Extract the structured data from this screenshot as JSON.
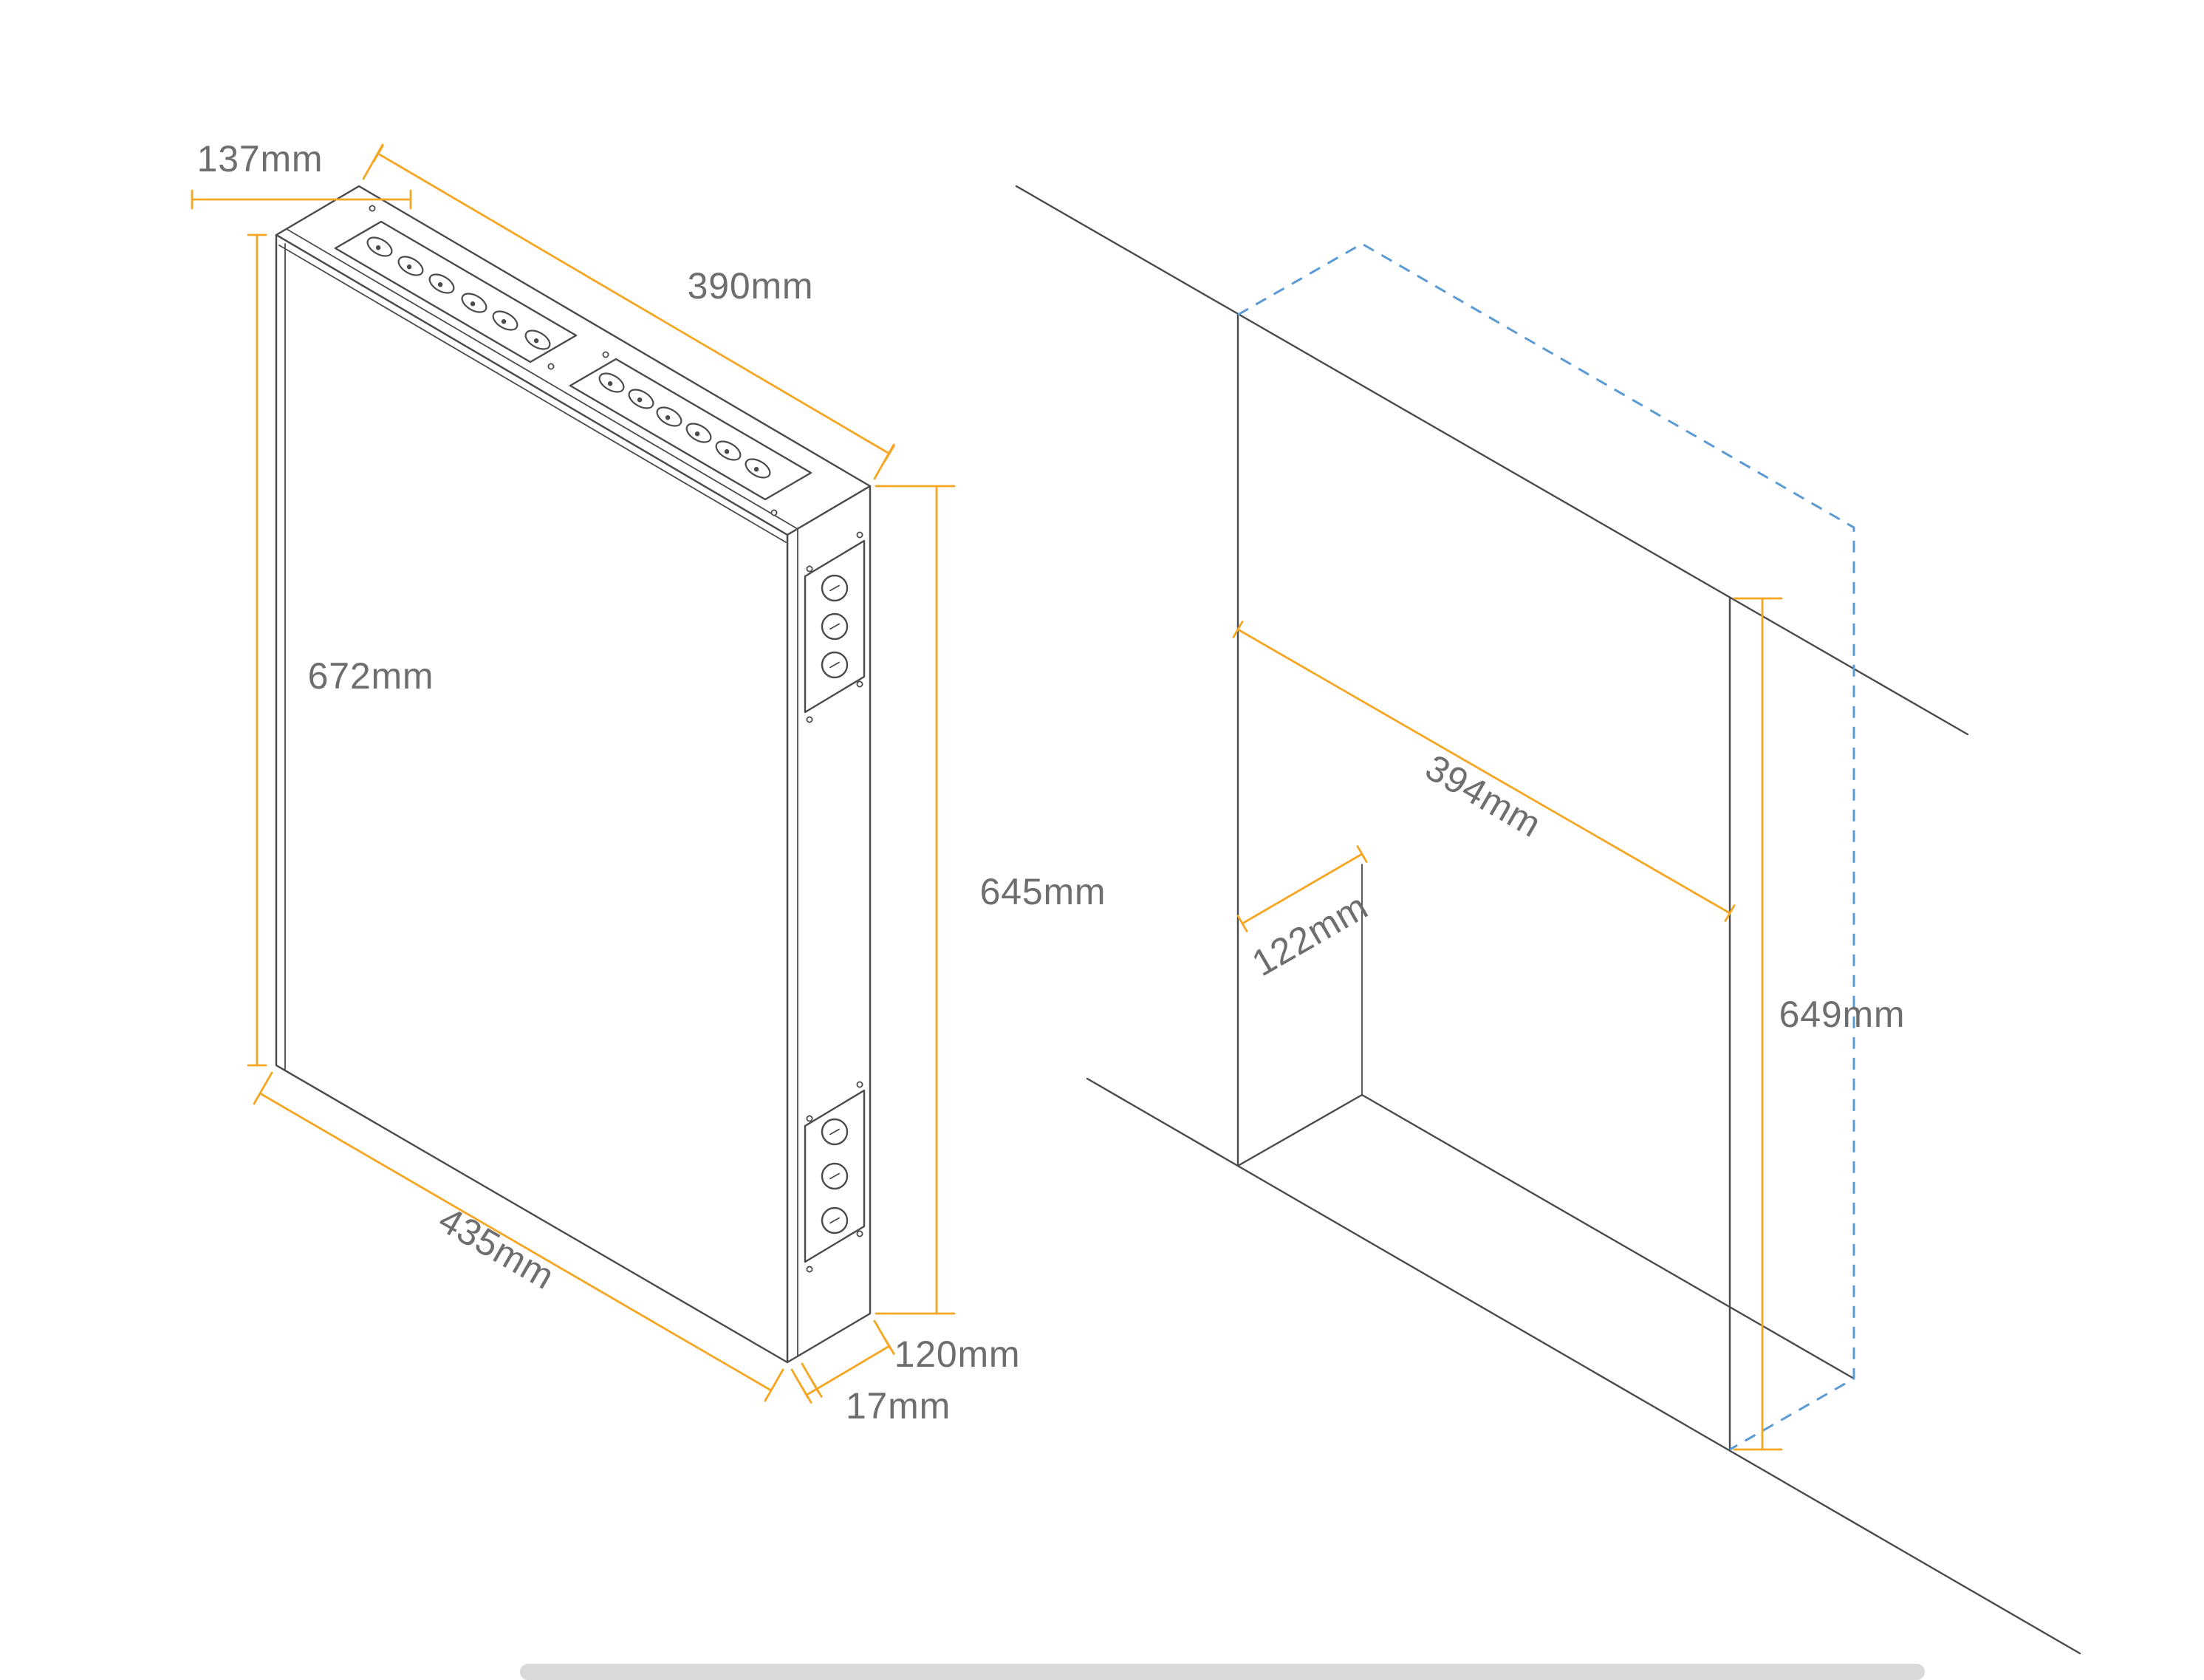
{
  "colors": {
    "outline": "#4b4b4b",
    "dimension": "#F5A623",
    "hidden-line": "#5B9BD5",
    "label-text": "#6e6e6e",
    "bottom-bar": "#d9d9d9"
  },
  "cabinet_view": {
    "dimensions": {
      "top_depth": "137mm",
      "top_width": "390mm",
      "door_height": "672mm",
      "body_height": "645mm",
      "bottom_width": "435mm",
      "body_depth": "120mm",
      "door_thickness": "17mm"
    }
  },
  "niche_view": {
    "dimensions": {
      "width": "394mm",
      "depth": "122mm",
      "height": "649mm"
    }
  }
}
